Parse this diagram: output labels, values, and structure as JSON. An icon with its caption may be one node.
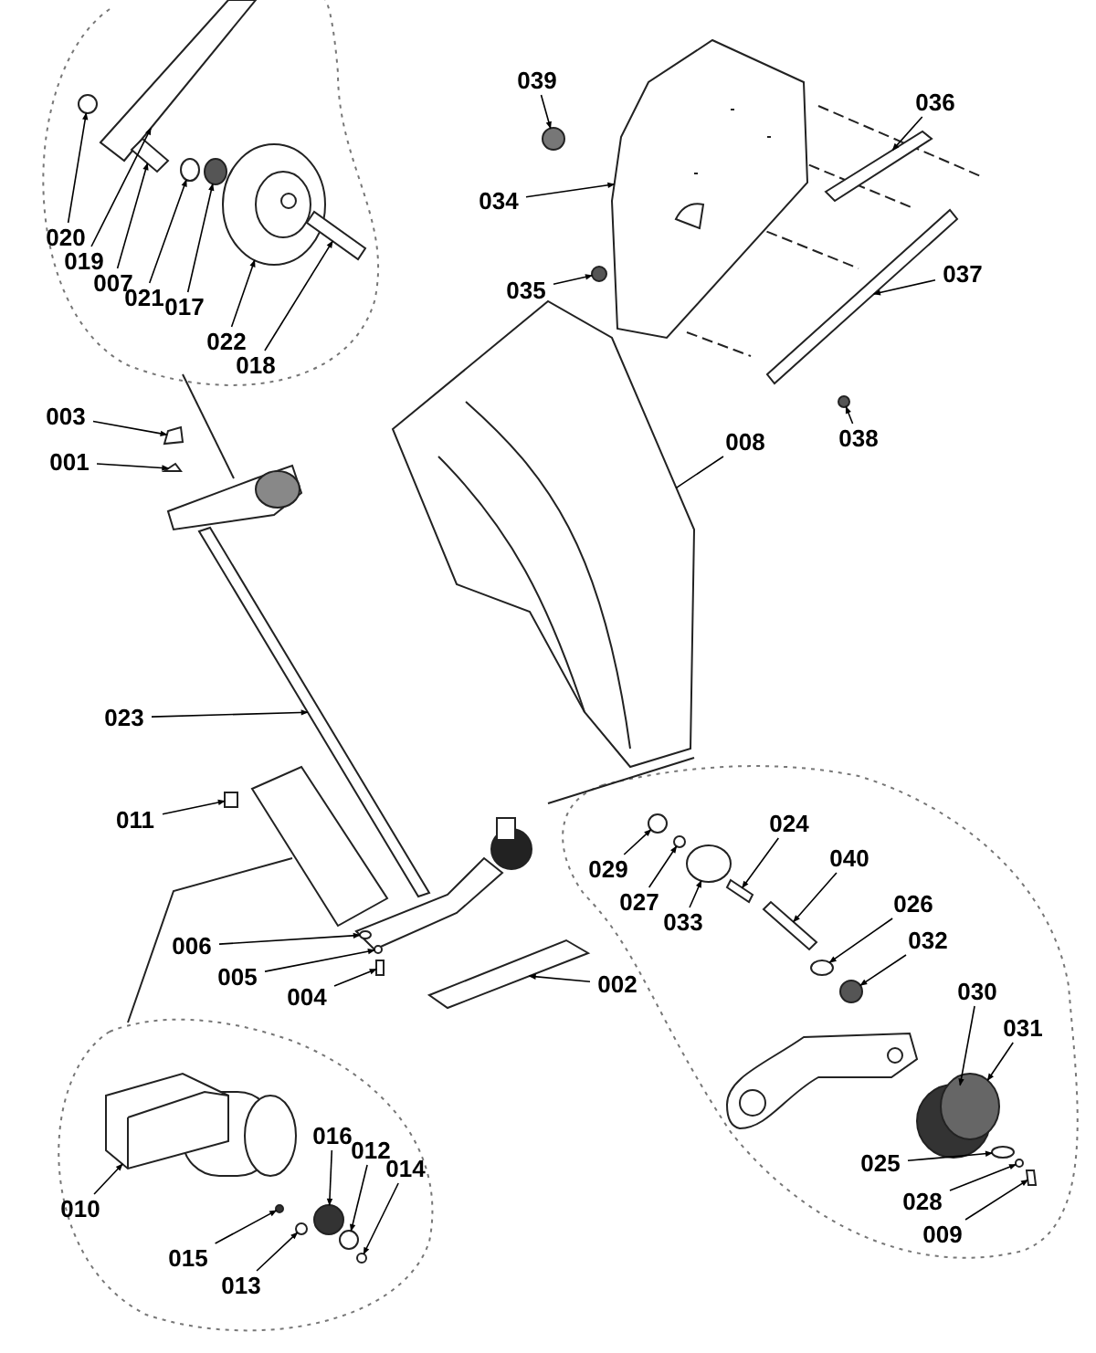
{
  "diagram": {
    "nodes": [
      {
        "text": [
          "020"
        ]
      },
      {
        "text": [
          "019"
        ]
      },
      {
        "text": [
          "007"
        ]
      },
      {
        "text": [
          "021"
        ]
      },
      {
        "text": [
          "017"
        ]
      },
      {
        "text": [
          "022"
        ]
      },
      {
        "text": [
          "018"
        ]
      },
      {
        "text": [
          "039"
        ]
      },
      {
        "text": [
          "036"
        ]
      },
      {
        "text": [
          "034"
        ]
      },
      {
        "text": [
          "035"
        ]
      },
      {
        "text": [
          "037"
        ]
      },
      {
        "text": [
          "038"
        ]
      },
      {
        "text": [
          "003"
        ]
      },
      {
        "text": [
          "001"
        ]
      },
      {
        "text": [
          "008"
        ]
      },
      {
        "text": [
          "023"
        ]
      },
      {
        "text": [
          "011"
        ]
      },
      {
        "text": [
          "029"
        ]
      },
      {
        "text": [
          "024"
        ]
      },
      {
        "text": [
          "027"
        ]
      },
      {
        "text": [
          "033"
        ]
      },
      {
        "text": [
          "040"
        ]
      },
      {
        "text": [
          "026"
        ]
      },
      {
        "text": [
          "032"
        ]
      },
      {
        "text": [
          "006"
        ]
      },
      {
        "text": [
          "005"
        ]
      },
      {
        "text": [
          "004"
        ]
      },
      {
        "text": [
          "002"
        ]
      },
      {
        "text": [
          "030"
        ]
      },
      {
        "text": [
          "031"
        ]
      },
      {
        "text": [
          "025"
        ]
      },
      {
        "text": [
          "028"
        ]
      },
      {
        "text": [
          "009"
        ]
      },
      {
        "text": [
          "016"
        ]
      },
      {
        "text": [
          "012"
        ]
      },
      {
        "text": [
          "014"
        ]
      },
      {
        "text": [
          "010"
        ]
      },
      {
        "text": [
          "015"
        ]
      },
      {
        "text": [
          "013"
        ]
      },
      {
        "text": [],
        "shape": "circle"
      },
      {
        "text": [],
        "shape": "bar"
      },
      {
        "text": [],
        "shape": "bar"
      },
      {
        "text": [],
        "shape": "circle"
      },
      {
        "text": [],
        "shape": "circle"
      },
      {
        "text": [],
        "shape": "picture"
      },
      {
        "text": [],
        "shape": "bar"
      },
      {
        "text": [],
        "shape": "circle"
      },
      {
        "text": [],
        "shape": "bar"
      },
      {
        "text": [],
        "shape": "picture"
      },
      {
        "text": [],
        "shape": "circle"
      },
      {
        "text": [],
        "shape": "bar"
      },
      {
        "text": [],
        "shape": "circle"
      },
      {
        "text": [],
        "shape": "box"
      },
      {
        "text": [],
        "shape": "box"
      },
      {
        "text": [],
        "shape": "picture"
      },
      {
        "text": [],
        "shape": "bar"
      },
      {
        "text": [],
        "shape": "box"
      },
      {
        "text": [],
        "shape": "circle"
      },
      {
        "text": [],
        "shape": "bar"
      },
      {
        "text": [],
        "shape": "circle"
      },
      {
        "text": [],
        "shape": "circle"
      },
      {
        "text": [],
        "shape": "bar"
      },
      {
        "text": [],
        "shape": "circle"
      },
      {
        "text": [],
        "shape": "circle"
      },
      {
        "text": [],
        "shape": "circle"
      },
      {
        "text": [],
        "shape": "circle"
      },
      {
        "text": [],
        "shape": "box"
      },
      {
        "text": [],
        "shape": "bar"
      },
      {
        "text": [],
        "shape": "circle"
      },
      {
        "text": [],
        "shape": "circle"
      },
      {
        "text": [],
        "shape": "circle"
      },
      {
        "text": [],
        "shape": "circle"
      },
      {
        "text": [],
        "shape": "box"
      },
      {
        "text": [],
        "shape": "circle"
      },
      {
        "text": [],
        "shape": "circle"
      },
      {
        "text": [],
        "shape": "circle"
      },
      {
        "text": [],
        "shape": "picture"
      },
      {
        "text": [],
        "shape": "circle"
      },
      {
        "text": [],
        "shape": "circle"
      }
    ],
    "edges": [
      {
        "from": 0,
        "to": 40,
        "arrow": "to"
      },
      {
        "from": 1,
        "to": 41,
        "arrow": "to"
      },
      {
        "from": 2,
        "to": 42,
        "arrow": "to"
      },
      {
        "from": 3,
        "to": 43,
        "arrow": "to"
      },
      {
        "from": 4,
        "to": 44,
        "arrow": "to"
      },
      {
        "from": 5,
        "to": 45,
        "arrow": "to"
      },
      {
        "from": 6,
        "to": 46,
        "arrow": "to"
      },
      {
        "from": 7,
        "to": 47,
        "arrow": "to"
      },
      {
        "from": 8,
        "to": 48,
        "arrow": "to"
      },
      {
        "from": 9,
        "to": 49,
        "arrow": "to"
      },
      {
        "from": 10,
        "to": 50,
        "arrow": "to"
      },
      {
        "from": 11,
        "to": 51,
        "arrow": "to"
      },
      {
        "from": 12,
        "to": 52,
        "arrow": "to"
      },
      {
        "from": 13,
        "to": 53,
        "arrow": "to"
      },
      {
        "from": 14,
        "to": 54,
        "arrow": "to"
      },
      {
        "from": 15,
        "to": 55,
        "arrow": "none"
      },
      {
        "from": 16,
        "to": 56,
        "arrow": "to"
      },
      {
        "from": 17,
        "to": 57,
        "arrow": "to"
      },
      {
        "from": 18,
        "to": 58,
        "arrow": "to"
      },
      {
        "from": 19,
        "to": 59,
        "arrow": "to"
      },
      {
        "from": 20,
        "to": 60,
        "arrow": "to"
      },
      {
        "from": 21,
        "to": 61,
        "arrow": "to"
      },
      {
        "from": 22,
        "to": 62,
        "arrow": "to"
      },
      {
        "from": 23,
        "to": 63,
        "arrow": "to"
      },
      {
        "from": 24,
        "to": 64,
        "arrow": "to"
      },
      {
        "from": 25,
        "to": 65,
        "arrow": "to"
      },
      {
        "from": 26,
        "to": 66,
        "arrow": "to"
      },
      {
        "from": 27,
        "to": 67,
        "arrow": "to"
      },
      {
        "from": 28,
        "to": 68,
        "arrow": "to"
      },
      {
        "from": 29,
        "to": 69,
        "arrow": "to"
      },
      {
        "from": 30,
        "to": 70,
        "arrow": "to"
      },
      {
        "from": 31,
        "to": 71,
        "arrow": "to"
      },
      {
        "from": 32,
        "to": 72,
        "arrow": "to"
      },
      {
        "from": 33,
        "to": 73,
        "arrow": "to"
      },
      {
        "from": 34,
        "to": 74,
        "arrow": "to"
      },
      {
        "from": 35,
        "to": 75,
        "arrow": "to"
      },
      {
        "from": 36,
        "to": 76,
        "arrow": "to"
      },
      {
        "from": 37,
        "to": 77,
        "arrow": "to"
      },
      {
        "from": 38,
        "to": 78,
        "arrow": "to"
      },
      {
        "from": 39,
        "to": 79,
        "arrow": "to"
      }
    ]
  }
}
